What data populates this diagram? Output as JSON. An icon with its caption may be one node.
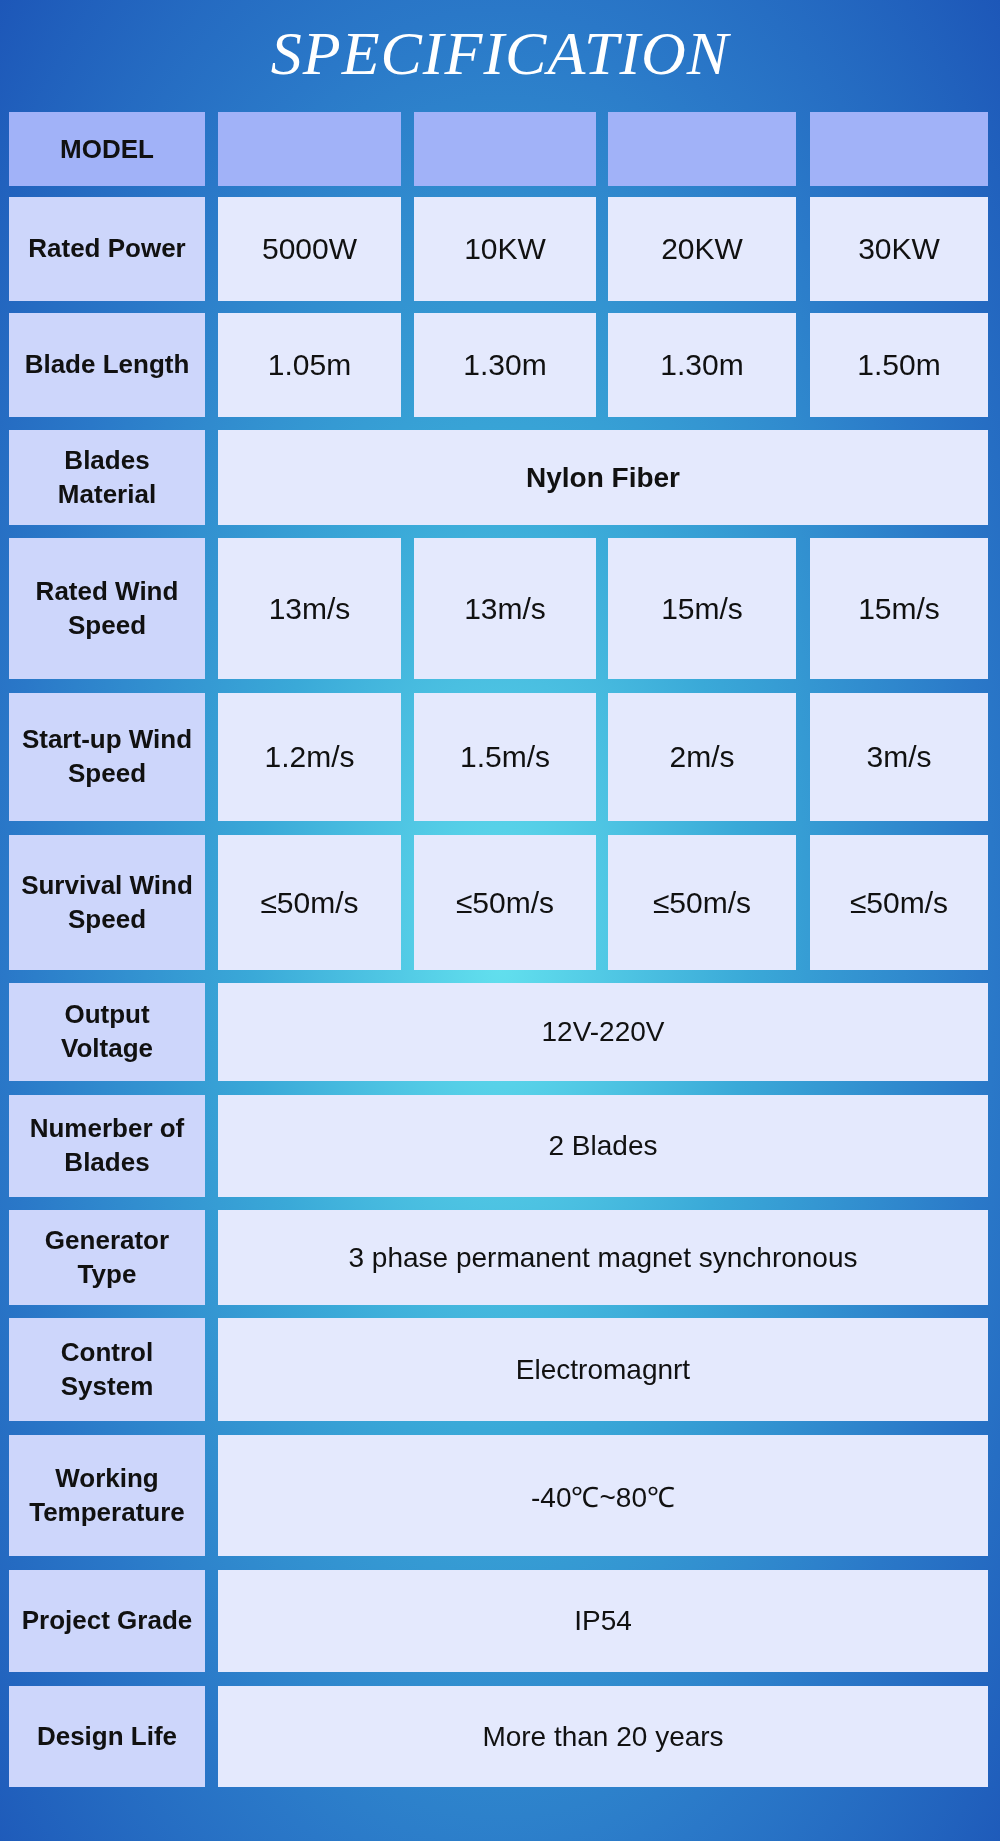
{
  "diagram": {
    "title": "SPECIFICATION",
    "labels": [
      "MODEL",
      "Rated Power",
      "5000W",
      "10KW",
      "20KW",
      "30KW",
      "Blade Length",
      "1.05m",
      "1.30m",
      "1.30m",
      "1.50m",
      "Blades Material",
      "Nylon Fiber",
      "Rated Wind Speed",
      "13m/s",
      "13m/s",
      "15m/s",
      "15m/s",
      "Start-up Wind Speed",
      "1.2m/s",
      "1.5m/s",
      "2m/s",
      "3m/s",
      "Survival Wind Speed",
      "≤50m/s",
      "≤50m/s",
      "≤50m/s",
      "≤50m/s",
      "Output Voltage",
      "12V-220V",
      "Numerber of Blades",
      "2 Blades",
      "Generator Type",
      "3 phase permanent magnet synchronous",
      "Control System",
      "Electromagnrt",
      "Working Temperature",
      "-40℃~80℃",
      "Project Grade",
      "IP54",
      "Design Life",
      "More than 20 years"
    ]
  }
}
